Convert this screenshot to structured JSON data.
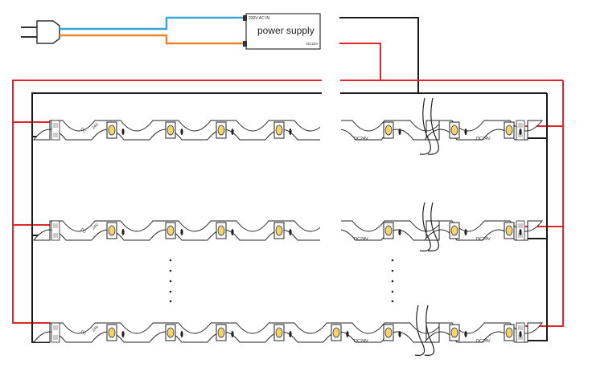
{
  "power_supply": {
    "title": "power supply",
    "input_label": "220V AC IN",
    "output_label": "DC24V"
  },
  "strip": {
    "label_dc": "DC",
    "label_24v": "24V",
    "label_dc24v": "DC24V"
  },
  "wire_colors": {
    "positive": "#e0262b",
    "negative": "#1a1a1a",
    "ac_live": "#3aa6d8",
    "ac_neutral": "#e8842c"
  },
  "strips_shown": 3
}
